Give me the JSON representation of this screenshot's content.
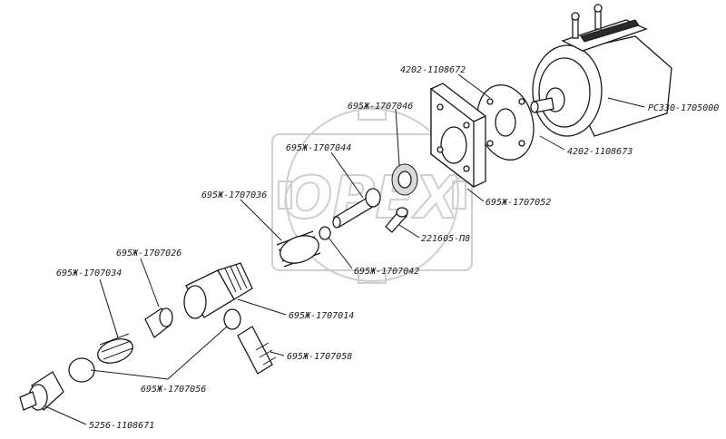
{
  "watermark": {
    "text": "OPEX"
  },
  "labels": [
    "4202-1108672",
    "РС330-1705000",
    "695Ж-1707046",
    "695Ж-1707044",
    "4202-1108673",
    "695Ж-1707036",
    "695Ж-1707052",
    "221605-П8",
    "695Ж-1707026",
    "695Ж-1707042",
    "695Ж-1707034",
    "695Ж-1707014",
    "695Ж-1707058",
    "695Ж-1707056",
    "5256-1108671"
  ]
}
